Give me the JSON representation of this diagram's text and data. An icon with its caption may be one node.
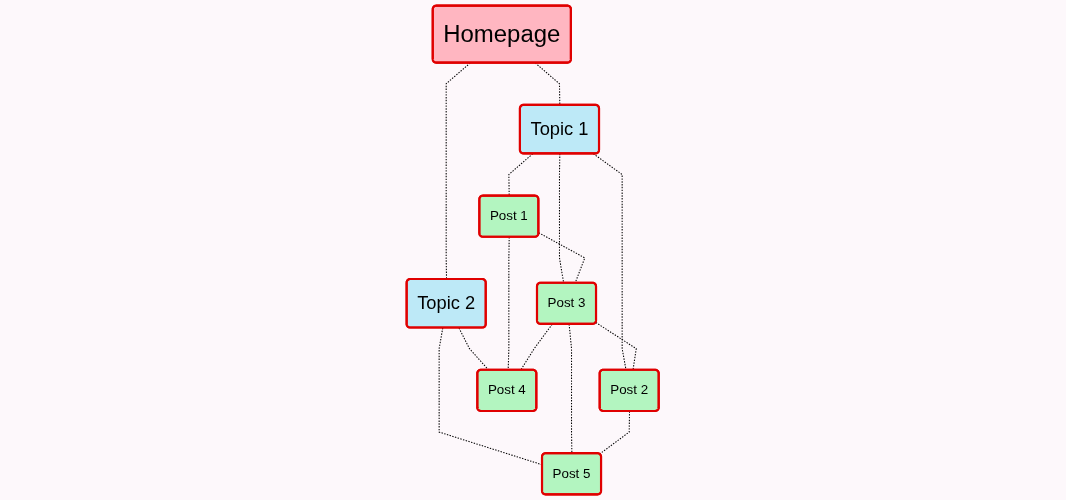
{
  "diagram": {
    "nodes": [
      {
        "text": [
          "Homepage"
        ]
      },
      {
        "text": [
          "Topic 1"
        ]
      },
      {
        "text": [
          "Topic 2"
        ]
      },
      {
        "text": [
          "Post 1"
        ]
      },
      {
        "text": [
          "Post 3"
        ]
      },
      {
        "text": [
          "Post 5"
        ]
      },
      {
        "text": [
          "Post 2"
        ]
      },
      {
        "text": [
          "Post 4"
        ]
      }
    ],
    "edges": [
      {
        "from": 0,
        "to": 1,
        "arrow": "none",
        "style": "dashed"
      },
      {
        "from": 0,
        "to": 2,
        "arrow": "none",
        "style": "dashed"
      },
      {
        "from": 1,
        "to": 3,
        "arrow": "none",
        "style": "dashed"
      },
      {
        "from": 1,
        "to": 6,
        "arrow": "none",
        "style": "dashed"
      },
      {
        "from": 1,
        "to": 4,
        "arrow": "none",
        "style": "dashed"
      },
      {
        "from": 2,
        "to": 7,
        "arrow": "none",
        "style": "dashed"
      },
      {
        "from": 2,
        "to": 5,
        "arrow": "none",
        "style": "dashed"
      },
      {
        "from": 3,
        "to": 4,
        "arrow": "none",
        "style": "dashed"
      },
      {
        "from": 3,
        "to": 7,
        "arrow": "none",
        "style": "dashed"
      },
      {
        "from": 4,
        "to": 6,
        "arrow": "none",
        "style": "dashed"
      },
      {
        "from": 4,
        "to": 7,
        "arrow": "none",
        "style": "dashed"
      },
      {
        "from": 4,
        "to": 5,
        "arrow": "none",
        "style": "dashed"
      },
      {
        "from": 6,
        "to": 5,
        "arrow": "none",
        "style": "dashed"
      }
    ]
  }
}
